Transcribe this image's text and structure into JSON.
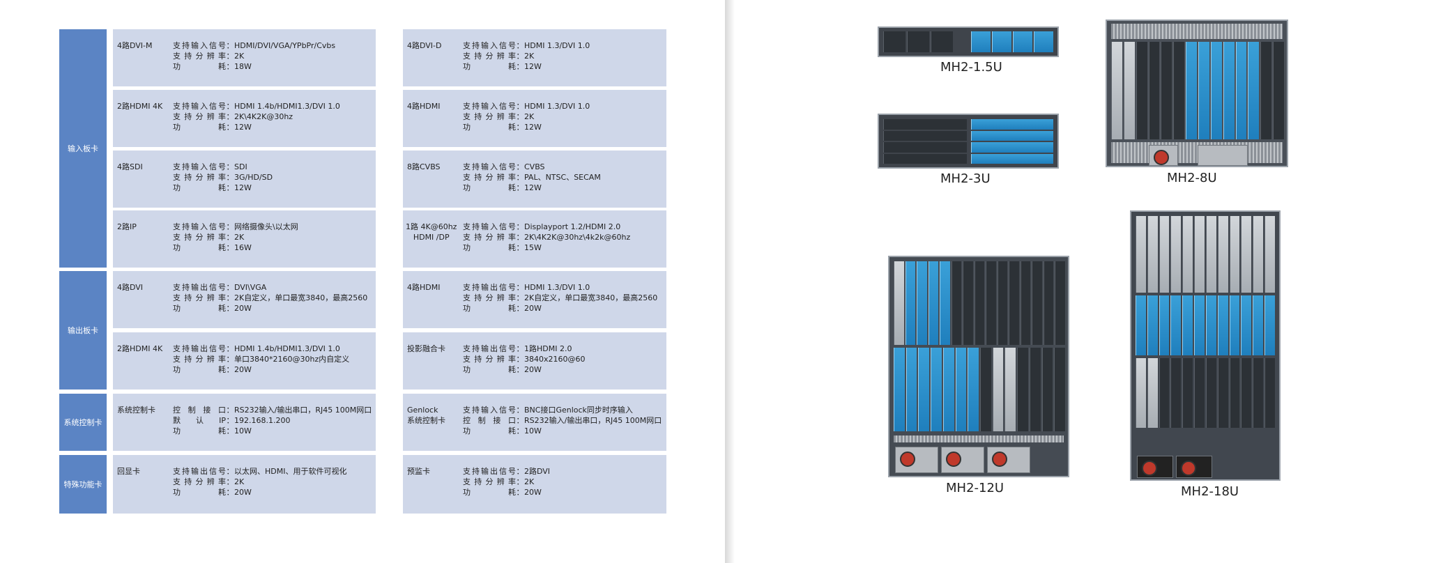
{
  "categories": [
    {
      "label": "输入板卡"
    },
    {
      "label": "输出板卡"
    },
    {
      "label": "系统控制卡"
    },
    {
      "label": "特殊功能卡"
    }
  ],
  "cells": [
    {
      "name": "4路DVI-M",
      "specs": [
        {
          "label": "支持输入信号",
          "value": "HDMI/DVI/VGA/YPbPr/Cvbs"
        },
        {
          "label": "支持分辨率",
          "value": "2K"
        },
        {
          "label": "功耗",
          "value": "18W"
        }
      ]
    },
    {
      "name": "4路DVI-D",
      "specs": [
        {
          "label": "支持输入信号",
          "value": "HDMI 1.3/DVI 1.0"
        },
        {
          "label": "支持分辨率",
          "value": "2K"
        },
        {
          "label": "功耗",
          "value": "12W"
        }
      ]
    },
    {
      "name": "2路HDMI 4K",
      "specs": [
        {
          "label": "支持输入信号",
          "value": "HDMI 1.4b/HDMI1.3/DVI 1.0"
        },
        {
          "label": "支持分辨率",
          "value": "2K\\4K2K@30hz"
        },
        {
          "label": "功耗",
          "value": "12W"
        }
      ]
    },
    {
      "name": "4路HDMI",
      "specs": [
        {
          "label": "支持输入信号",
          "value": "HDMI 1.3/DVI 1.0"
        },
        {
          "label": "支持分辨率",
          "value": "2K"
        },
        {
          "label": "功耗",
          "value": "12W"
        }
      ]
    },
    {
      "name": "4路SDI",
      "specs": [
        {
          "label": "支持输入信号",
          "value": "SDI"
        },
        {
          "label": "支持分辨率",
          "value": "3G/HD/SD"
        },
        {
          "label": "功耗",
          "value": "12W"
        }
      ]
    },
    {
      "name": "8路CVBS",
      "specs": [
        {
          "label": "支持输入信号",
          "value": "CVBS"
        },
        {
          "label": "支持分辨率",
          "value": "PAL、NTSC、SECAM"
        },
        {
          "label": "功耗",
          "value": "12W"
        }
      ]
    },
    {
      "name": "2路IP",
      "specs": [
        {
          "label": "支持输入信号",
          "value": "网络摄像头\\以太网"
        },
        {
          "label": "支持分辨率",
          "value": "2K"
        },
        {
          "label": "功耗",
          "value": "16W"
        }
      ]
    },
    {
      "name": "1路 4K@60hz\nHDMI /DP",
      "specs": [
        {
          "label": "支持输入信号",
          "value": "Displayport 1.2/HDMI 2.0"
        },
        {
          "label": "支持分辨率",
          "value": "2K\\4K2K@30hz\\4k2k@60hz"
        },
        {
          "label": "功耗",
          "value": "15W"
        }
      ]
    },
    {
      "name": "4路DVI",
      "specs": [
        {
          "label": "支持输出信号",
          "value": "DVI\\VGA"
        },
        {
          "label": "支持分辨率",
          "value": "2K自定义，单口最宽3840，最高2560"
        },
        {
          "label": "功耗",
          "value": "20W"
        }
      ]
    },
    {
      "name": "4路HDMI",
      "specs": [
        {
          "label": "支持输出信号",
          "value": "HDMI 1.3/DVI 1.0"
        },
        {
          "label": "支持分辨率",
          "value": "2K自定义，单口最宽3840，最高2560"
        },
        {
          "label": "功耗",
          "value": "20W"
        }
      ]
    },
    {
      "name": "2路HDMI 4K",
      "specs": [
        {
          "label": "支持输出信号",
          "value": "HDMI 1.4b/HDMI1.3/DVI 1.0"
        },
        {
          "label": "支持分辨率",
          "value": "单口3840*2160@30hz内自定义"
        },
        {
          "label": "功耗",
          "value": "20W"
        }
      ]
    },
    {
      "name": "投影融合卡",
      "specs": [
        {
          "label": "支持输出信号",
          "value": "1路HDMI 2.0"
        },
        {
          "label": "支持分辨率",
          "value": "3840x2160@60"
        },
        {
          "label": "功耗",
          "value": "20W"
        }
      ]
    },
    {
      "name": "系统控制卡",
      "specs": [
        {
          "label": "控制接口",
          "value": "RS232输入/输出串口，RJ45 100M网口"
        },
        {
          "label": "默认IP",
          "value": "192.168.1.200"
        },
        {
          "label": "功耗",
          "value": "10W"
        }
      ]
    },
    {
      "name": "Genlock\n系统控制卡",
      "specs": [
        {
          "label": "支持输入信号",
          "value": "BNC接口Genlock同步时序输入"
        },
        {
          "label": "控制接口",
          "value": "RS232输入/输出串口，RJ45 100M网口"
        },
        {
          "label": "功耗",
          "value": "10W"
        }
      ]
    },
    {
      "name": "回显卡",
      "specs": [
        {
          "label": "支持输出信号",
          "value": "以太网、HDMI、用于软件可视化"
        },
        {
          "label": "支持分辨率",
          "value": "2K"
        },
        {
          "label": "功耗",
          "value": "20W"
        }
      ]
    },
    {
      "name": "预监卡",
      "specs": [
        {
          "label": "支持输出信号",
          "value": "2路DVI"
        },
        {
          "label": "支持分辨率",
          "value": "2K"
        },
        {
          "label": "功耗",
          "value": "20W"
        }
      ]
    }
  ],
  "devices": [
    {
      "label": "MH2-1.5U"
    },
    {
      "label": "MH2-3U"
    },
    {
      "label": "MH2-8U"
    },
    {
      "label": "MH2-12U"
    },
    {
      "label": "MH2-18U"
    }
  ],
  "colors": {
    "category": "#5b84c4",
    "cell": "#cfd7e9",
    "card_blue": "#2a8fcf"
  }
}
